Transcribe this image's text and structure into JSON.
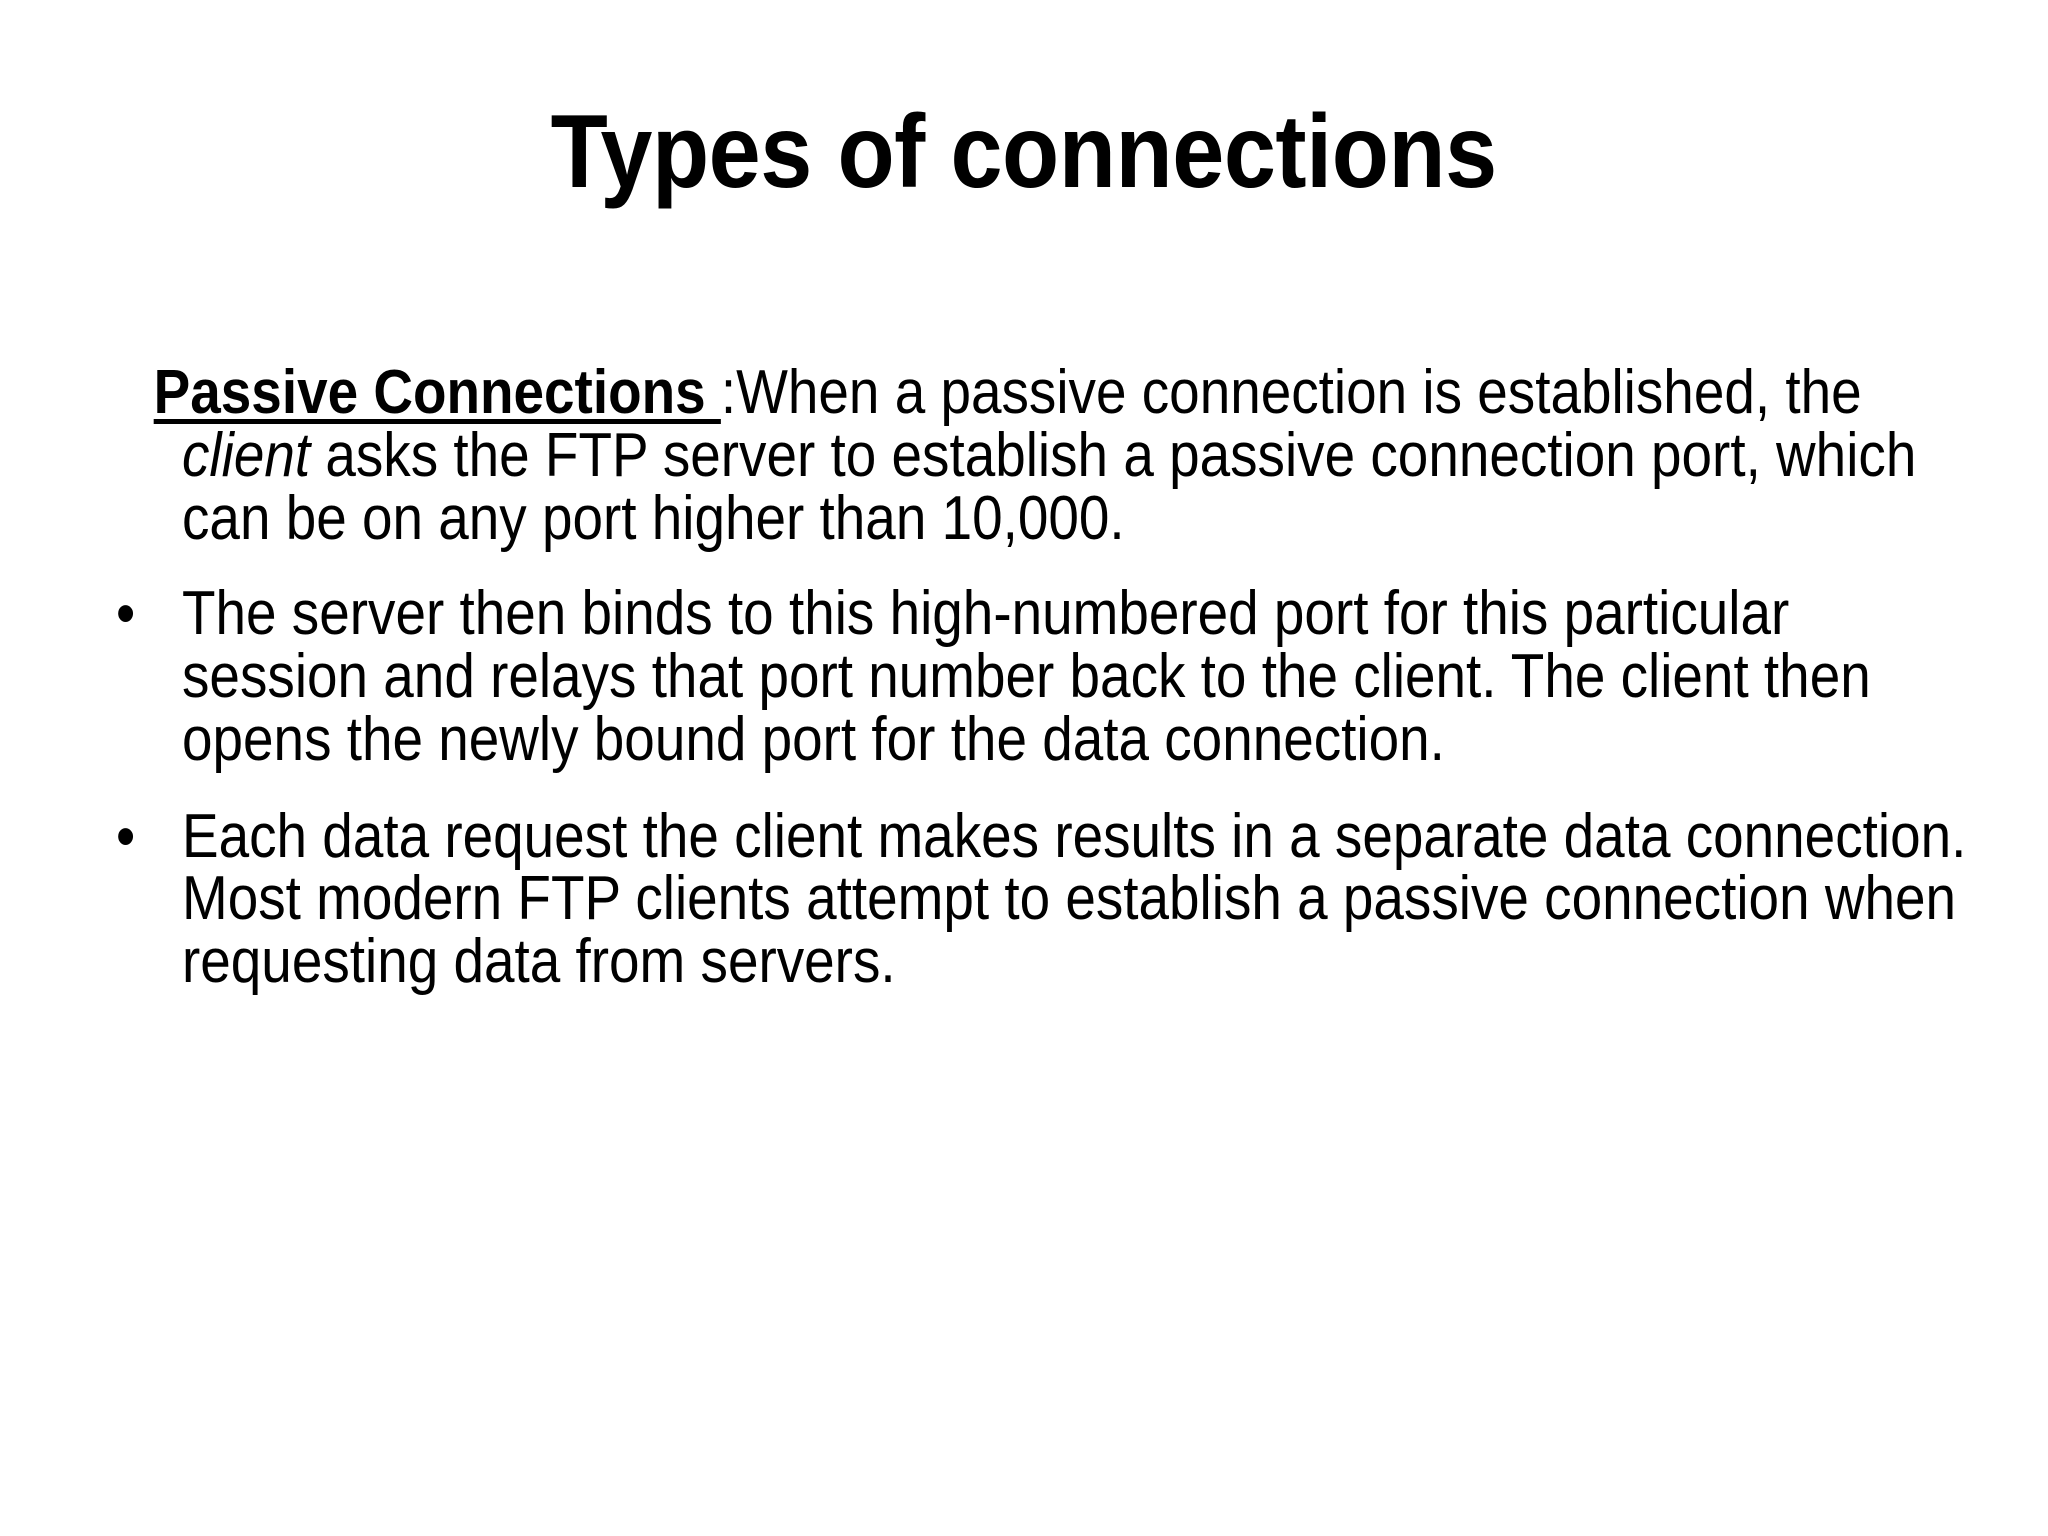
{
  "slide": {
    "title": "Types of connections",
    "background_color": "#FFFFFF",
    "text_color": "#000000",
    "bullet_glyph": "•",
    "paragraphs": [
      {
        "id": "passive-connections",
        "bulleted": false,
        "lead_in": "Passive Connections ",
        "lead_in_style": "bold-underline",
        "text_before_italic": ":When a passive connection is established, the ",
        "italic_word": "client",
        "text_after_italic": " asks the FTP server to establish a passive connection port, which can be on any port higher than 10,000.",
        "full_text": "Passive Connections :When a passive connection is established, the client asks the FTP server to establish a passive connection port, which can be on any port higher than 10,000."
      },
      {
        "id": "server-binds",
        "bulleted": true,
        "text": "The server then binds to this high-numbered port for this particular session and relays that port number back to the client. The client then opens the newly bound port for the data connection."
      },
      {
        "id": "each-data-request",
        "bulleted": true,
        "text": "Each data request the client makes results in a separate data connection. Most modern FTP clients attempt to establish a passive connection when requesting data from servers."
      }
    ]
  }
}
